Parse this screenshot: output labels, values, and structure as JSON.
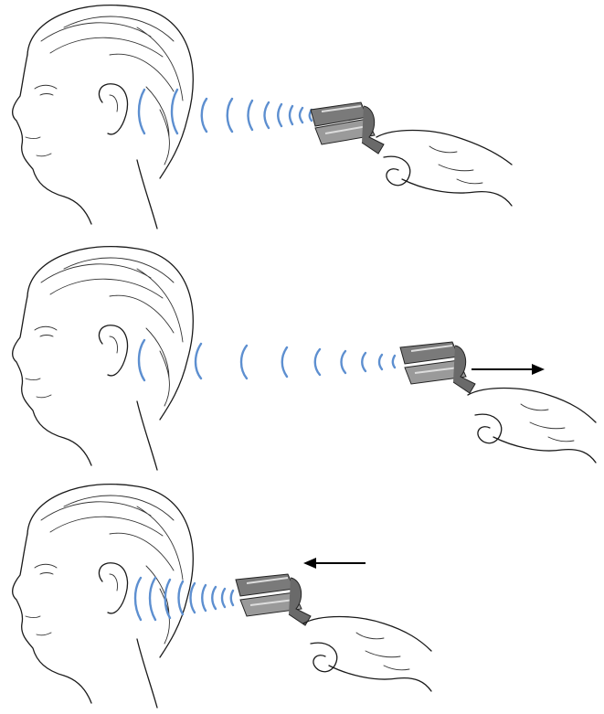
{
  "figure": {
    "description_text": "",
    "colors": {
      "wave": "#5d8fd0",
      "ink": "#1a1a1a",
      "arrow": "#000000",
      "background": "#ffffff"
    },
    "panels": [
      {
        "id": "tuning-fork-steady",
        "icons": [
          "head-icon",
          "tuning-fork-icon",
          "hand-icon",
          "sound-wave-icon"
        ],
        "arrow": "none"
      },
      {
        "id": "tuning-fork-moving-away",
        "icons": [
          "head-icon",
          "tuning-fork-icon",
          "hand-icon",
          "sound-wave-icon",
          "arrow-right-icon"
        ],
        "arrow": "right"
      },
      {
        "id": "tuning-fork-moving-toward",
        "icons": [
          "head-icon",
          "tuning-fork-icon",
          "hand-icon",
          "sound-wave-icon",
          "arrow-left-icon"
        ],
        "arrow": "left"
      }
    ]
  }
}
